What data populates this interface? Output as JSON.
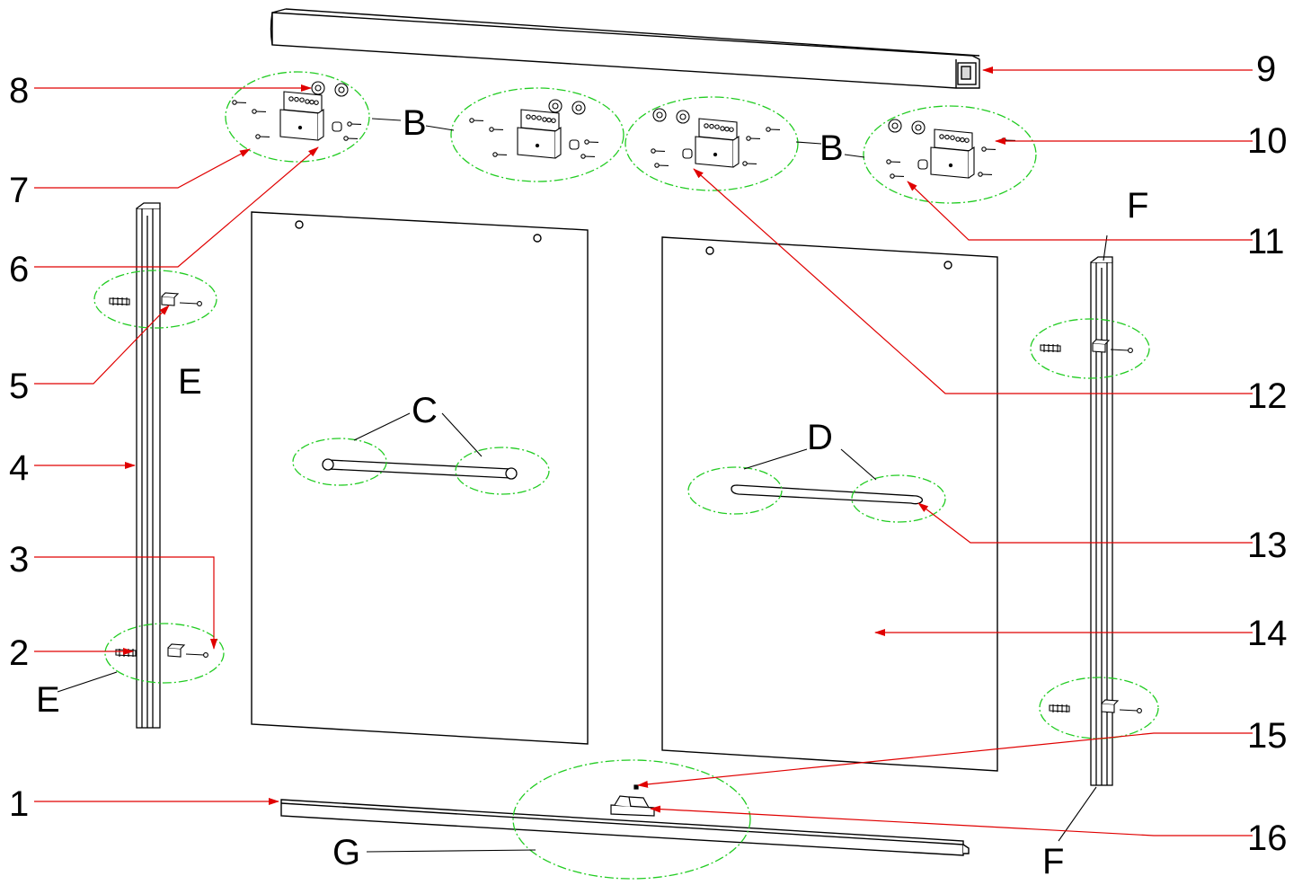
{
  "diagram": {
    "colors": {
      "line": "#000000",
      "leader": "#e00000",
      "circle": "#22cc22",
      "face": "#ffffff",
      "shade": "#d9d9d9"
    },
    "part_numbers": [
      "1",
      "2",
      "3",
      "4",
      "5",
      "6",
      "7",
      "8",
      "9",
      "10",
      "11",
      "12",
      "13",
      "14",
      "15",
      "16"
    ],
    "group_letters": {
      "b_left": "B",
      "b_right": "B",
      "c": "C",
      "d": "D",
      "e_top": "E",
      "e_bottom": "E",
      "f_top": "F",
      "f_bottom": "F",
      "g": "G"
    }
  }
}
